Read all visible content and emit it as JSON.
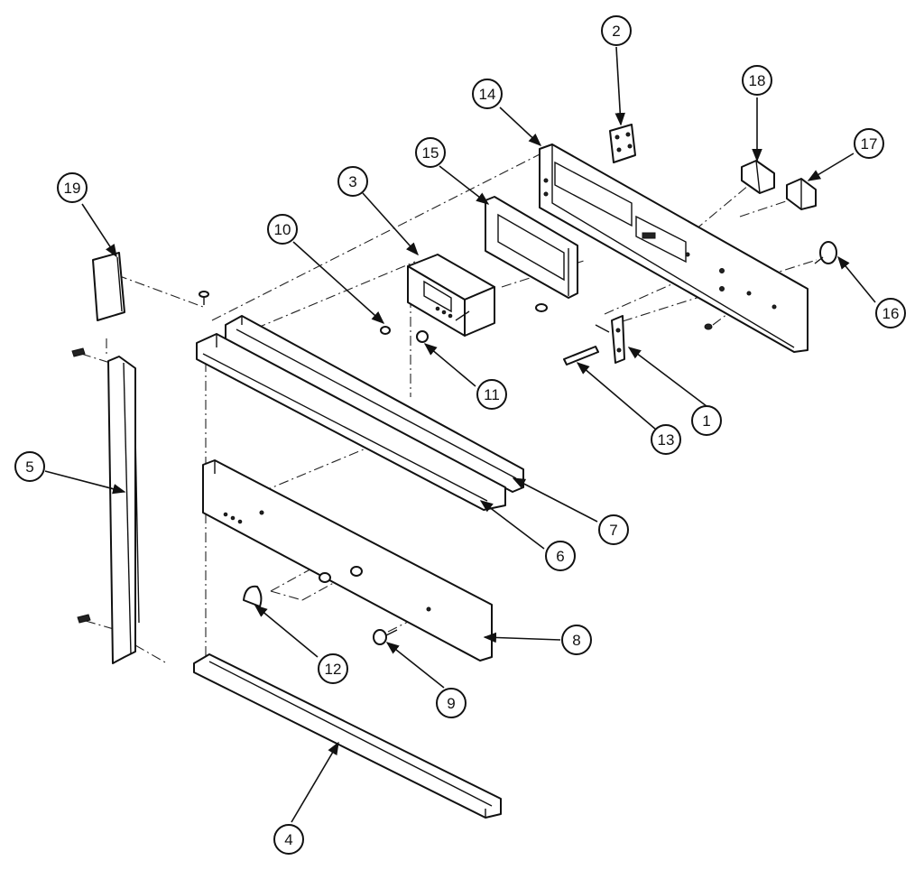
{
  "diagram": {
    "type": "exploded-parts-diagram",
    "callouts": [
      "1",
      "2",
      "3",
      "4",
      "5",
      "6",
      "7",
      "8",
      "9",
      "10",
      "11",
      "12",
      "13",
      "14",
      "15",
      "16",
      "17",
      "18",
      "19"
    ],
    "colors": {
      "line": "#111111",
      "background": "#ffffff"
    }
  }
}
